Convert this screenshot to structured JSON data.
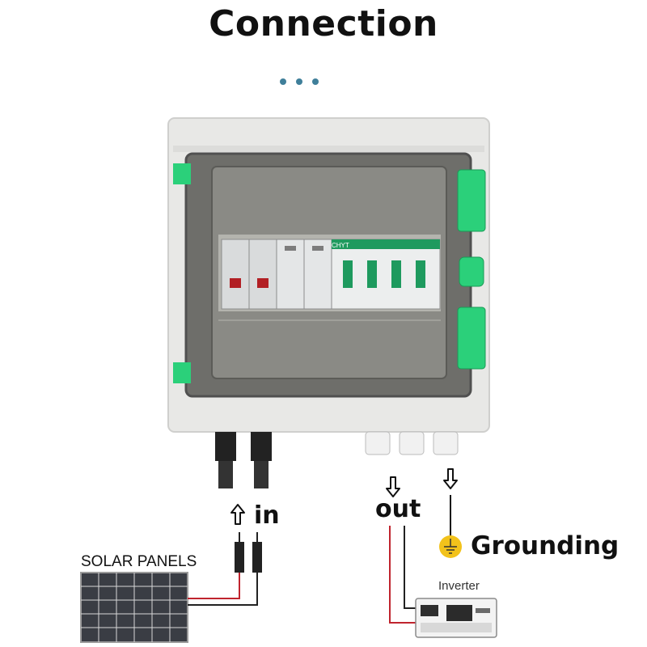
{
  "title": "Connection",
  "labels": {
    "in": "in",
    "out": "out",
    "grounding": "Grounding",
    "solar_panels": "SOLAR PANELS",
    "inverter": "Inverter"
  },
  "breakers": {
    "brand": "CHYT"
  },
  "colors": {
    "dots": "#3f7f9a",
    "enclosure": "#e8e8e6",
    "latch_green": "#2bd07a",
    "wire_red": "#c0242e",
    "wire_black": "#222222",
    "ground_yellow": "#f2c21b"
  }
}
